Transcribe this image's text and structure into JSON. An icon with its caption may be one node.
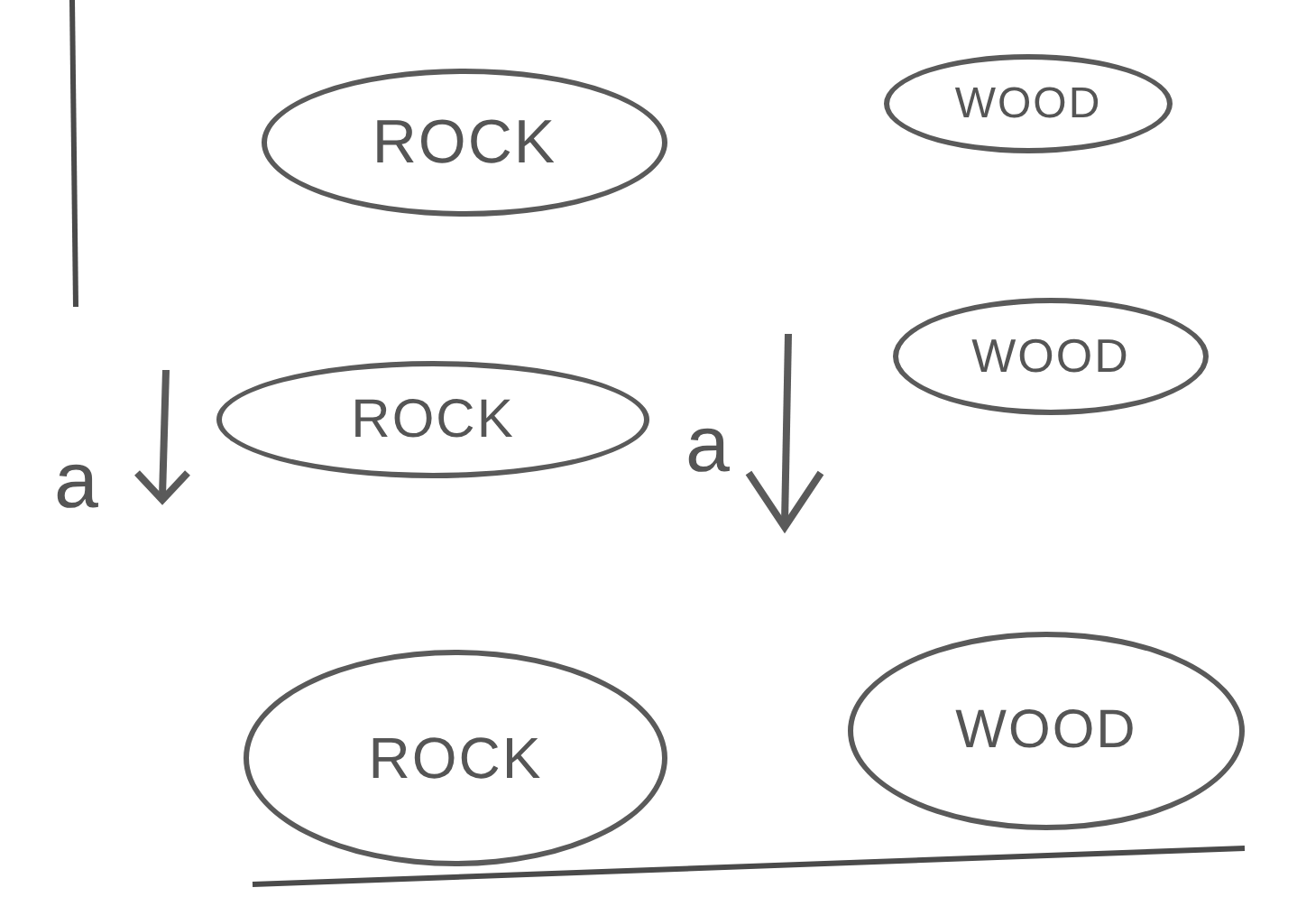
{
  "diagram": {
    "nodes": [
      {
        "text": [
          "ROCK"
        ]
      },
      {
        "text": [
          "WOOD"
        ]
      },
      {
        "text": [
          "ROCK"
        ]
      },
      {
        "text": [
          "WOOD"
        ]
      },
      {
        "text": [
          "ROCK"
        ]
      },
      {
        "text": [
          "WOOD"
        ]
      }
    ],
    "labels": [
      "a",
      "a"
    ]
  }
}
